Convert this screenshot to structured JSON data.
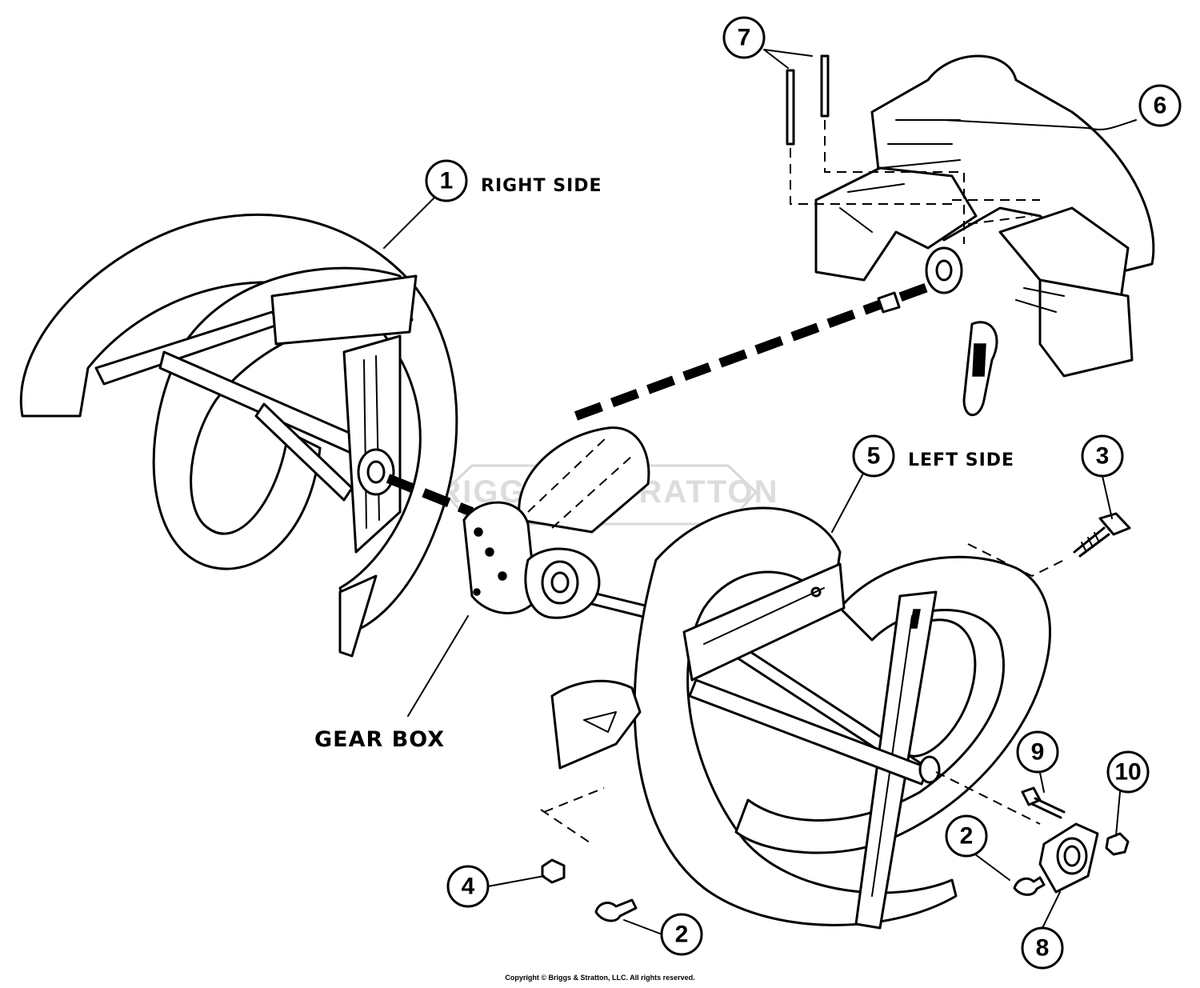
{
  "labels": {
    "right_side": "RIGHT SIDE",
    "left_side": "LEFT SIDE",
    "gear_box": "GEAR BOX"
  },
  "callouts": {
    "c1": "1",
    "c2a": "2",
    "c2b": "2",
    "c3": "3",
    "c4": "4",
    "c5": "5",
    "c6": "6",
    "c7": "7",
    "c8": "8",
    "c9": "9",
    "c10": "10"
  },
  "watermark": "BRIGGS & STRATTON",
  "copyright": "Copyright © Briggs & Stratton, LLC. All rights reserved."
}
